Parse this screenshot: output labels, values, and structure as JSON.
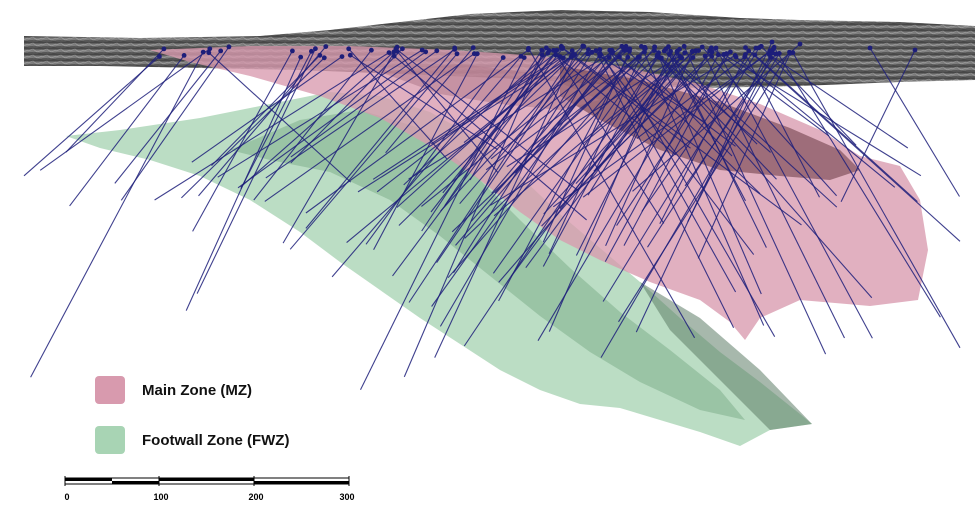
{
  "legend": {
    "items": [
      {
        "label": "Main Zone (MZ)",
        "color": "#d89aae"
      },
      {
        "label": "Footwall Zone (FWZ)",
        "color": "#a8d4b4"
      }
    ]
  },
  "scale_bar": {
    "ticks": [
      "0",
      "100",
      "200",
      "300"
    ]
  },
  "colors": {
    "drillhole": "#1d1e7a",
    "main_zone": "#d89aae",
    "main_zone_dark": "#7a4a55",
    "footwall_zone": "#a8d4b4",
    "footwall_zone_dark": "#5e7d68",
    "terrain": "#6b6b6b"
  }
}
